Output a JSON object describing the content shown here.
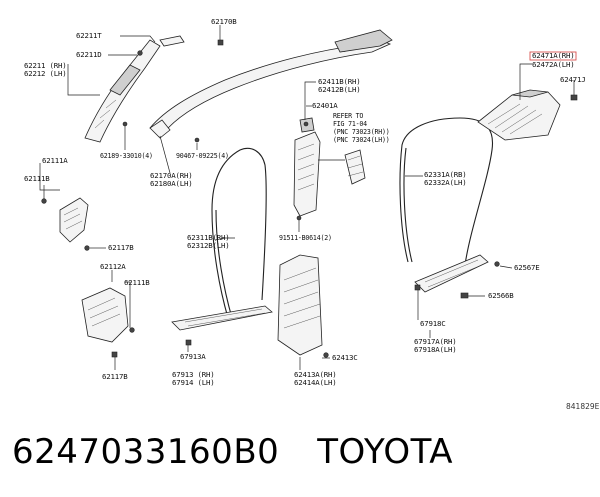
{
  "labels": {
    "l62211T": "62211T",
    "l62211D": "62211D",
    "l62211RH": "62211 (RH)",
    "l62212LH": "62212 (LH)",
    "l62170B": "62170B",
    "l62189": "62189-33010(4)",
    "l90467": "90467-09225(4)",
    "l62170A": "62170A(RH)",
    "l62180A": "62180A(LH)",
    "l62111A": "62111A",
    "l62111B_top": "62111B",
    "l62117B_top": "62117B",
    "l62112A": "62112A",
    "l62111B_bot": "62111B",
    "l62117B_bot": "62117B",
    "l62411B": "62411B(RH)",
    "l62412B": "62412B(LH)",
    "l62401A": "62401A",
    "lRefer1": "REFER TO",
    "lRefer2": "FIG 71-04",
    "lRefer3": "(PNC 73023(RH))",
    "lRefer4": "(PNC 73024(LH))",
    "l62311B": "62311B(RH)",
    "l62312B": "62312B(LH)",
    "l91511": "91511-B0614(2)",
    "l62471A": "62471A(RH)",
    "l62472A": "62472A(LH)",
    "l62471J": "62471J",
    "l62331A": "62331A(RB)",
    "l62332A": "62332A(LH)",
    "l62567E": "62567E",
    "l62566B": "62566B",
    "l67918C": "67918C",
    "l67917A": "67917A(RH)",
    "l67918A": "67918A(LH)",
    "l67913A": "67913A",
    "l67913": "67913 (RH)",
    "l67914": "67914 (LH)",
    "l62413C": "62413C",
    "l62413A": "62413A(RH)",
    "l62414A": "62414A(LH)"
  },
  "reference_code": "841829E",
  "footer": {
    "part_number": "6247033160B0",
    "brand": "TOYOTA"
  },
  "colors": {
    "highlight": "#d9534f",
    "ink": "#222222"
  }
}
